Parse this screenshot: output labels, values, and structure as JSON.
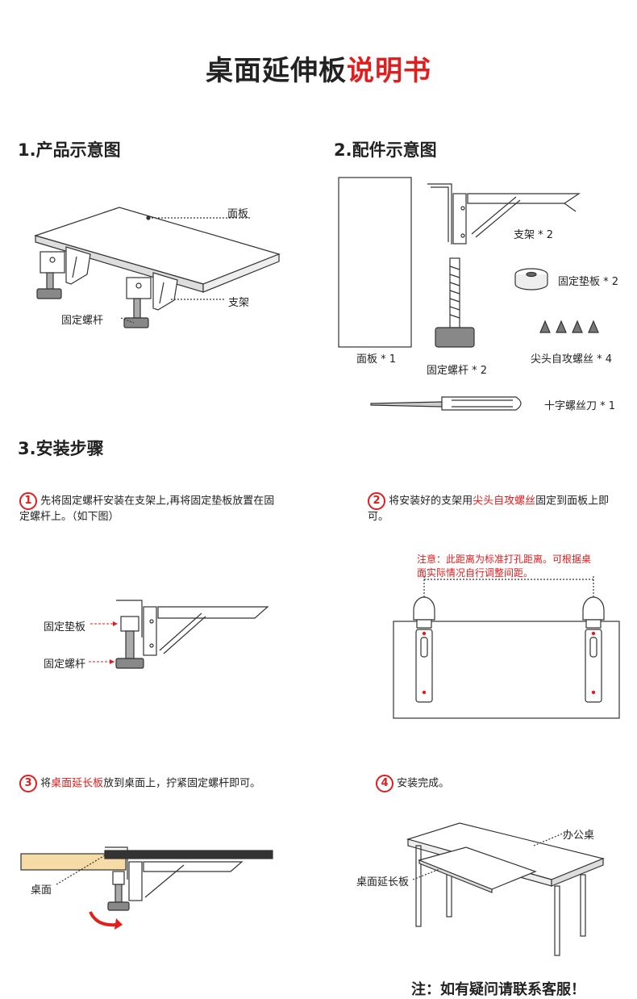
{
  "title": {
    "part1": "桌面延伸板",
    "part2": "说明书"
  },
  "colors": {
    "accent": "#e11d1d",
    "panel": "#f5dba6",
    "dark": "#333333"
  },
  "sections": {
    "s1": {
      "heading": "1.产品示意图",
      "labels": {
        "panel": "面板",
        "bracket": "支架",
        "screw": "固定螺杆"
      }
    },
    "s2": {
      "heading": "2.配件示意图",
      "labels": {
        "panel": "面板 * 1",
        "bracket": "支架 * 2",
        "pad": "固定垫板 * 2",
        "rod": "固定螺杆 * 2",
        "tapping": "尖头自攻螺丝 * 4",
        "driver": "十字螺丝刀 * 1"
      }
    },
    "s3": {
      "heading": "3.安装步骤"
    }
  },
  "steps": {
    "step1": {
      "num": "1",
      "text": "先将固定螺杆安装在支架上,再将固定垫板放置在固定螺杆上。（如下图）",
      "label_pad": "固定垫板",
      "label_rod": "固定螺杆"
    },
    "step2": {
      "num": "2",
      "text_a": "将安装好的支架用",
      "text_red": "尖头自攻螺丝",
      "text_b": "固定到面板上即可。",
      "note": "注意：此距离为标准打孔距离。可根据桌面实际情况自行调整间距。"
    },
    "step3": {
      "num": "3",
      "text_a": "将",
      "text_red": "桌面延长板",
      "text_b": "放到桌面上，拧紧固定螺杆即可。",
      "label_desk": "桌面"
    },
    "step4": {
      "num": "4",
      "text": "安装完成。",
      "label_desk": "办公桌",
      "label_board": "桌面延长板"
    }
  },
  "footer": {
    "text": "注：如有疑问请联系客服！"
  }
}
